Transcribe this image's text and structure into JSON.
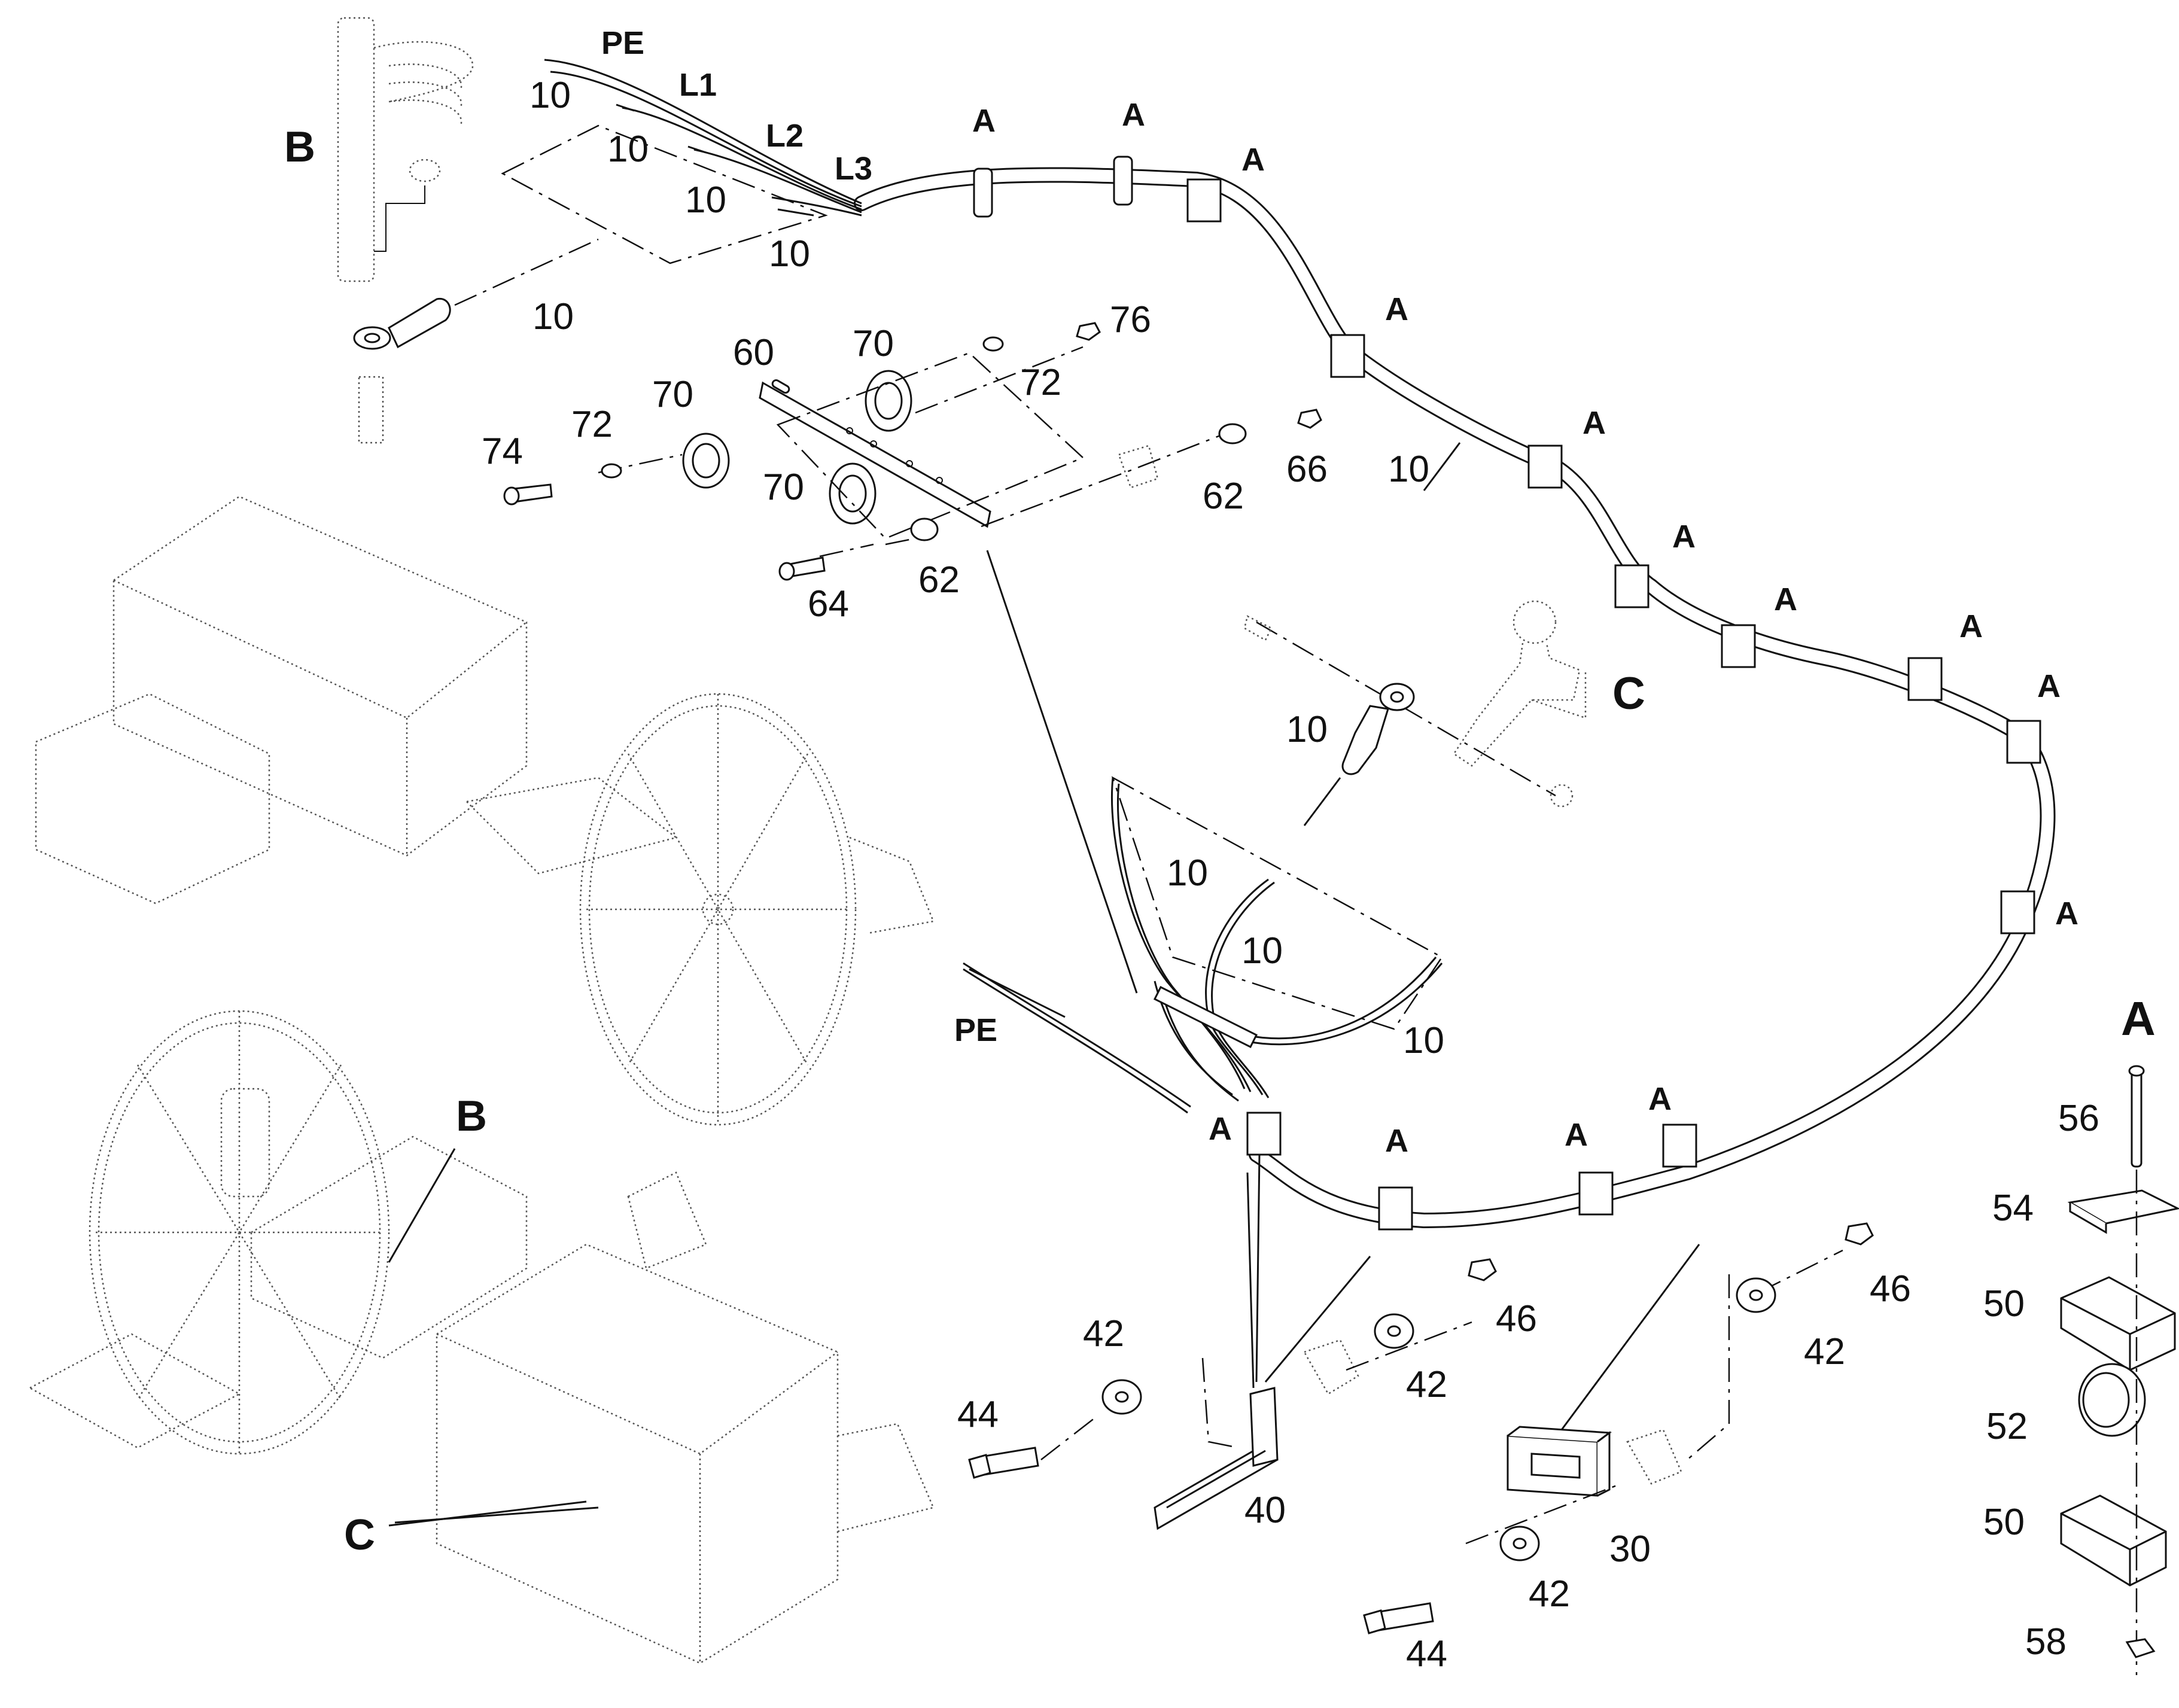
{
  "labels": {
    "detail_a": "A",
    "detail_b": "B",
    "detail_c": "C",
    "pe": "PE",
    "l1": "L1",
    "l2": "L2",
    "l3": "L3"
  },
  "part_numbers": {
    "p10": "10",
    "p30": "30",
    "p40": "40",
    "p42": "42",
    "p44": "44",
    "p46": "46",
    "p50": "50",
    "p52": "52",
    "p54": "54",
    "p56": "56",
    "p58": "58",
    "p60": "60",
    "p62": "62",
    "p64": "64",
    "p66": "66",
    "p70": "70",
    "p72": "72",
    "p74": "74",
    "p76": "76"
  }
}
